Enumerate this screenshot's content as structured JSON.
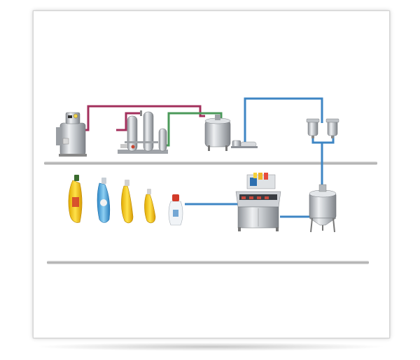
{
  "diagram": {
    "kind": "production-line-flow",
    "colors": {
      "pipe_steam": "#a3305c",
      "pipe_water": "#4b9a5a",
      "pipe_product": "#3e86c4",
      "stainless": "#c9ccd0",
      "shelf": "#b5b5b5"
    },
    "stations": [
      {
        "id": "boiler",
        "icon": "boiler-icon"
      },
      {
        "id": "water-treatment",
        "icon": "filter-tanks-icon"
      },
      {
        "id": "mixing-tank",
        "icon": "mixing-tank-icon"
      },
      {
        "id": "pump",
        "icon": "pump-icon"
      },
      {
        "id": "precision-filters",
        "icon": "cartridge-filter-icon"
      },
      {
        "id": "storage-tank",
        "icon": "storage-tank-icon"
      },
      {
        "id": "filling-machine",
        "icon": "filling-machine-icon"
      },
      {
        "id": "spout-pouches",
        "icon": "spout-pouch-icon"
      }
    ]
  }
}
